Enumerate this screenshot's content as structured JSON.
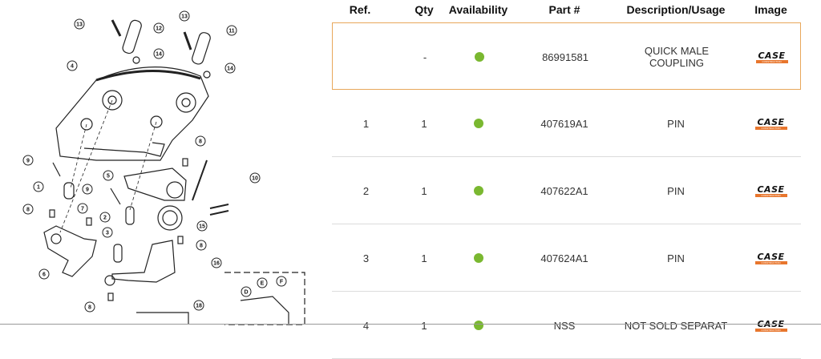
{
  "table": {
    "headers": [
      "Ref.",
      "Qty",
      "Availability",
      "Part #",
      "Description/Usage",
      "Image"
    ],
    "rows": [
      {
        "ref": "",
        "qty": "-",
        "part": "86991581",
        "desc_line1": "QUICK MALE",
        "desc_line2": "COUPLING",
        "brand": "CASE",
        "selected": true
      },
      {
        "ref": "1",
        "qty": "1",
        "part": "407619A1",
        "desc_line1": "PIN",
        "desc_line2": "",
        "brand": "CASE",
        "selected": false
      },
      {
        "ref": "2",
        "qty": "1",
        "part": "407622A1",
        "desc_line1": "PIN",
        "desc_line2": "",
        "brand": "CASE",
        "selected": false
      },
      {
        "ref": "3",
        "qty": "1",
        "part": "407624A1",
        "desc_line1": "PIN",
        "desc_line2": "",
        "brand": "CASE",
        "selected": false
      },
      {
        "ref": "4",
        "qty": "1",
        "part": "NSS",
        "desc_line1": "NOT SOLD SEPARAT",
        "desc_line2": "",
        "brand": "CASE",
        "selected": false
      }
    ],
    "availability_color": "#7ab830",
    "selected_border_color": "#e8a75a"
  },
  "brand_sub": "CONSTRUCTION",
  "diagram": {
    "callouts": [
      "13",
      "12",
      "13",
      "11",
      "14",
      "14",
      "4",
      "8",
      "9",
      "1",
      "10",
      "9",
      "5",
      "8",
      "7",
      "2",
      "15",
      "3",
      "8",
      "6",
      "16",
      "8",
      "18",
      "D",
      "E",
      "F"
    ]
  }
}
